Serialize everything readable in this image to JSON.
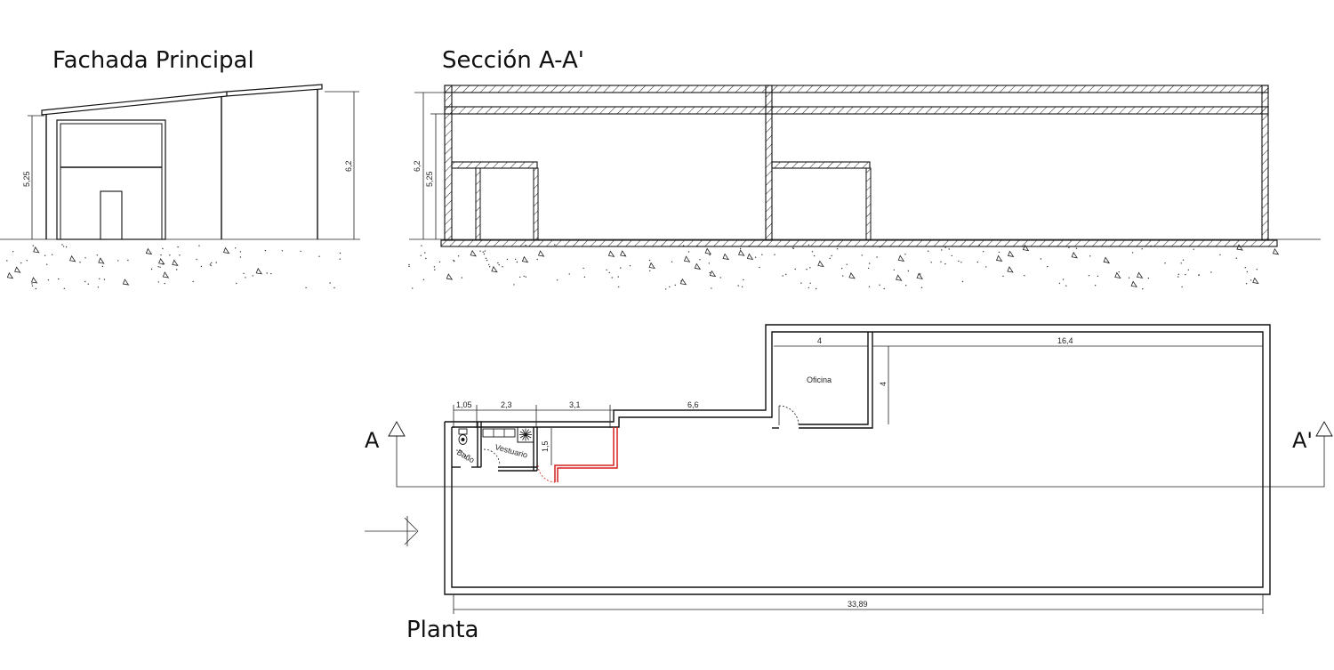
{
  "titles": {
    "facade": "Fachada Principal",
    "section": "Sección A-A'",
    "plan": "Planta"
  },
  "section_marks": {
    "left": "A",
    "right": "A'"
  },
  "facade_dimensions": {
    "low_height": "5,25",
    "high_height": "6,2"
  },
  "section_dimensions": {
    "total_height": "6,2",
    "wall_height": "5,25"
  },
  "plan_dimensions": {
    "bath_width": "1,05",
    "locker_width": "2,3",
    "storage_width": "3,1",
    "corridor_width": "6,6",
    "office_width": "4",
    "right_width": "16,4",
    "office_depth": "4",
    "storage_depth": "1,5",
    "total_length": "33,89"
  },
  "rooms": {
    "office": "Oficina",
    "locker": "Vestuario",
    "bath": "Baño"
  },
  "colors": {
    "lines": "#111111",
    "highlight": "#d42020",
    "background": "#ffffff"
  }
}
